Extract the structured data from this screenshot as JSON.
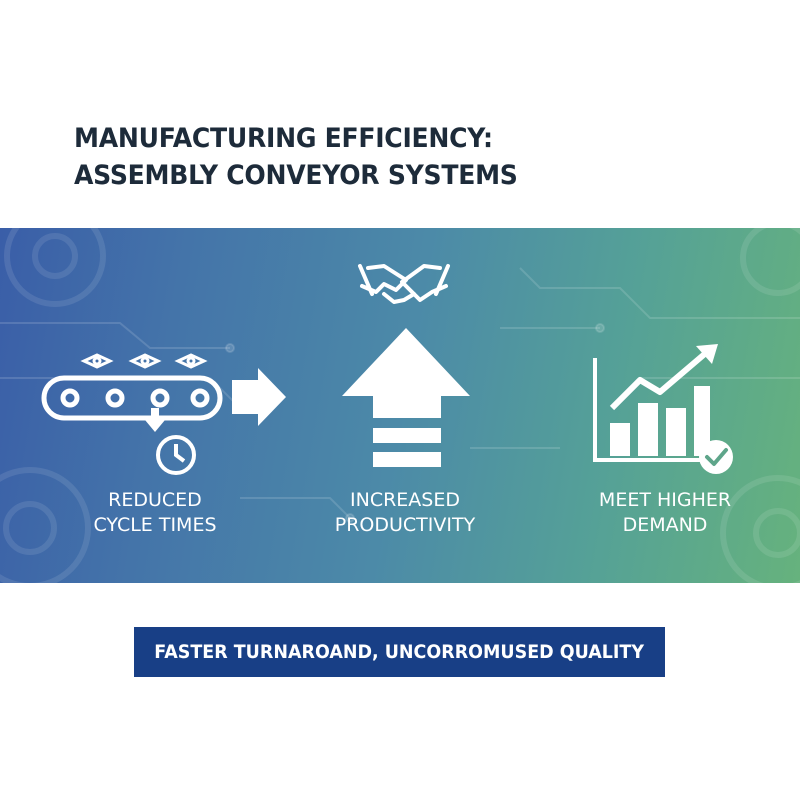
{
  "title": {
    "line1": "MANUFACTURING EFFICIENCY:",
    "line2": "ASSEMBLY CONVEYOR SYSTEMS"
  },
  "colors": {
    "title": "#1d2b3a",
    "band_start": "#3a5ea8",
    "band_end": "#66b27d",
    "banner_bg": "#183f86",
    "icon": "#ffffff"
  },
  "features": [
    {
      "line1": "REDUCED",
      "line2": "CYCLE TIMES",
      "icons": [
        "conveyor-belt-icon",
        "right-arrow-icon",
        "down-arrow-icon",
        "clock-icon"
      ]
    },
    {
      "line1": "INCREASED",
      "line2": "PRODUCTIVITY",
      "icons": [
        "handshake-icon",
        "up-arrow-icon"
      ]
    },
    {
      "line1": "MEET HIGHER",
      "line2": "DEMAND",
      "icons": [
        "bar-chart-icon",
        "trend-arrow-icon",
        "checkmark-icon"
      ]
    }
  ],
  "banner": {
    "text": "FASTER TURNAROAND, UNCORROMUSED QUALITY"
  }
}
